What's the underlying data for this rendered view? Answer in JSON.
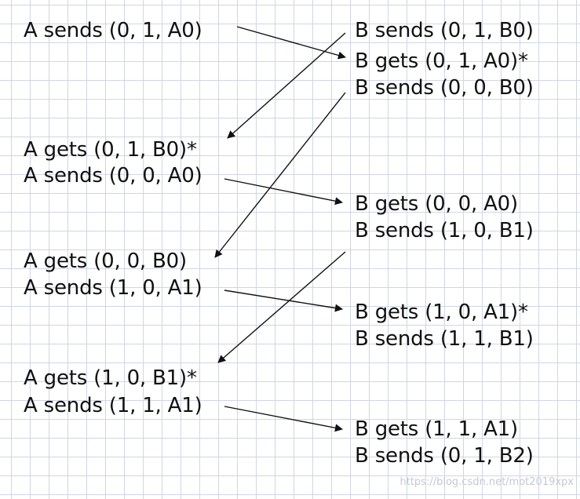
{
  "a_events": [
    "A sends (0, 1, A0)",
    "A gets (0, 1, B0)*",
    "A sends (0, 0, A0)",
    "A gets (0, 0, B0)",
    "A sends (1, 0, A1)",
    "A gets (1, 0, B1)*",
    "A sends (1, 1, A1)"
  ],
  "b_events": [
    "B sends (0, 1, B0)",
    "B gets (0, 1, A0)*",
    "B sends (0, 0, B0)",
    "B gets (0, 0, A0)",
    "B sends (1, 0, B1)",
    "B gets (1, 0, A1)*",
    "B sends (1, 1, B1)",
    "B gets (1, 1, A1)",
    "B sends (0, 1, B2)"
  ],
  "watermark": "https://blog.csdn.net/mot2019xpx",
  "colors": {
    "text": "#111111",
    "arrow": "#111111",
    "grid": "#cfd6e4"
  }
}
